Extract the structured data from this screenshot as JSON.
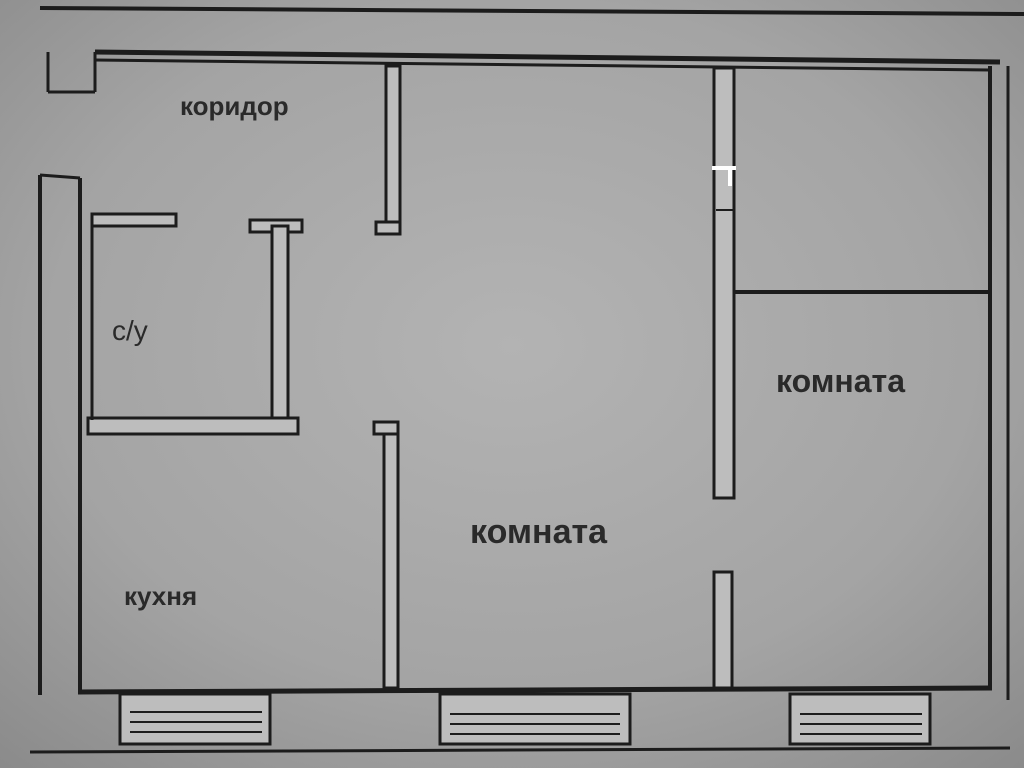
{
  "labels": {
    "corridor": "коридор",
    "bathroom": "с/у",
    "kitchen": "кухня",
    "living_room": "комната",
    "bedroom": "комната"
  },
  "colors": {
    "paper": "#a9a9a9",
    "wall": "#1c1c1c",
    "text": "#2a2a2a"
  }
}
